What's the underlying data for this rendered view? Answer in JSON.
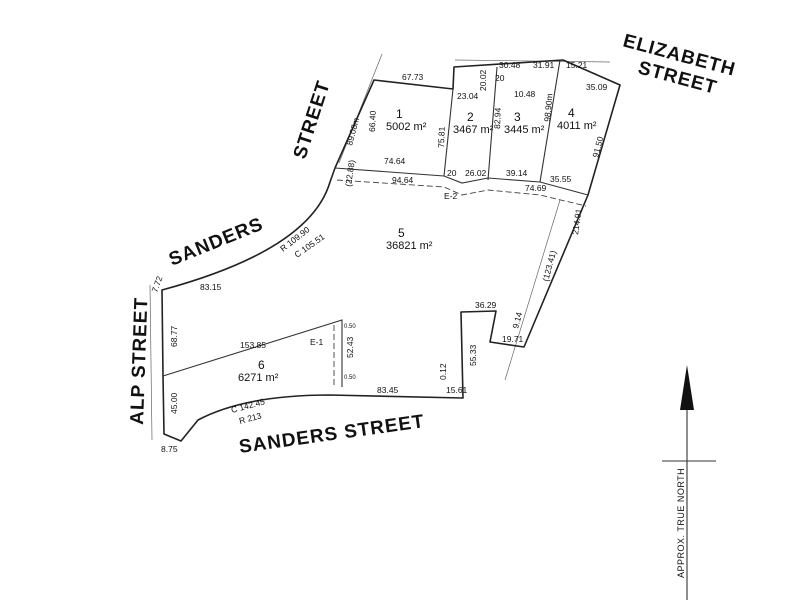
{
  "streets": {
    "elizabeth_1": "ELIZABETH",
    "elizabeth_2": "STREET",
    "street_top": "STREET",
    "sanders_top": "SANDERS",
    "alp": "ALP STREET",
    "sanders_bottom": "SANDERS STREET"
  },
  "lots": [
    {
      "number": "1",
      "area": "5002 m²"
    },
    {
      "number": "2",
      "area": "3467 m²"
    },
    {
      "number": "3",
      "area": "3445 m²"
    },
    {
      "number": "4",
      "area": "4011 m²"
    },
    {
      "number": "5",
      "area": "36821 m²"
    },
    {
      "number": "6",
      "area": "6271 m²"
    }
  ],
  "dimensions": {
    "d_67_73": "67.73",
    "d_66_40": "66.40",
    "d_89_08": "89.08m",
    "d_23_04": "23.04",
    "d_75_81": "75.81",
    "d_30_48": "30.48",
    "d_31_91": "31.91",
    "d_15_21": "15.21",
    "d_20_02": "20.02",
    "d_20a": "20",
    "d_35_09": "35.09",
    "d_10_48": "10.48",
    "d_82_94": "82.94",
    "d_98_90": "98.90m",
    "d_91_50": "91.50",
    "d_74_64a": "74.64",
    "d_20b": "20",
    "d_26_02": "26.02",
    "d_39_14": "39.14",
    "d_35_55": "35.55",
    "d_22_88": "(22.88)",
    "d_94_64": "94.64",
    "d_e2": "E-2",
    "d_74_69": "74.69",
    "d_214_91": "214.91",
    "d_123_41": "(123.41)",
    "d_r109": "R 109.90",
    "d_c105": "C 105.51",
    "d_7_72": "7.72",
    "d_83_15": "83.15",
    "d_68_77": "68.77",
    "d_153_85": "153.85",
    "d_e1": "E-1",
    "d_52_43": "52.43",
    "d_0_50a": "0.50",
    "d_0_50b": "0.50",
    "d_36_29": "36.29",
    "d_55_33": "55.33",
    "d_9_14": "9.14",
    "d_19_71": "19.71",
    "d_0_12": "0.12",
    "d_45_00": "45.00",
    "d_c142": "C 142.45",
    "d_r213": "R 213",
    "d_83_45": "83.45",
    "d_15_61": "15.61",
    "d_8_75": "8.75"
  },
  "north": {
    "label": "APPROX. TRUE NORTH"
  }
}
